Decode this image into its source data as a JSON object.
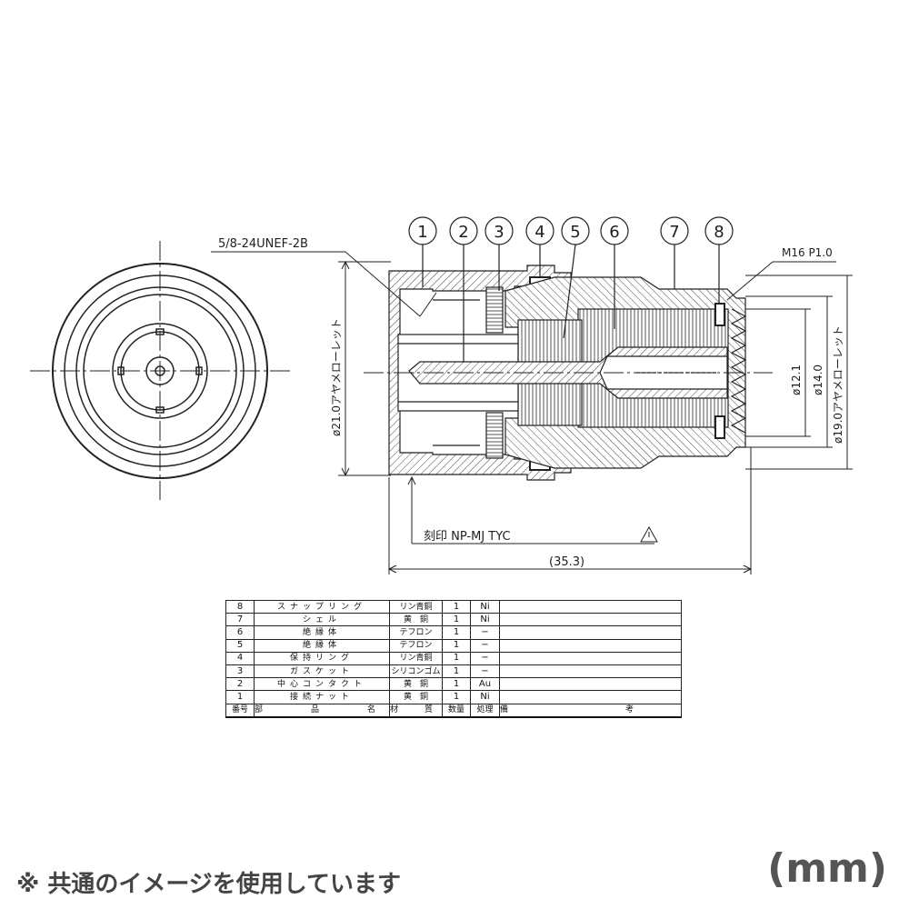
{
  "drawing": {
    "thread_label": "5/8-24UNEF-2B",
    "thread_label_right": "M16 P1.0",
    "dim_outer_left": "ø21.0アヤメローレット",
    "dim_12": "ø12.1",
    "dim_14": "ø14.0",
    "dim_19": "ø19.0アヤメローレット",
    "engraving": "刻印 NP-MJ TYC",
    "length": "(35.3)",
    "balloons": [
      "1",
      "2",
      "3",
      "4",
      "5",
      "6",
      "7",
      "8"
    ]
  },
  "table": {
    "header": {
      "no": "番号",
      "name": "部　品　名",
      "material": "材　質",
      "qty": "数量",
      "finish": "処理",
      "remarks": "備　考"
    },
    "rows": [
      {
        "no": "8",
        "name": "スナップリング",
        "material": "リン青銅",
        "qty": "1",
        "finish": "Ni",
        "remarks": ""
      },
      {
        "no": "7",
        "name": "シェル",
        "material": "黄　銅",
        "qty": "1",
        "finish": "Ni",
        "remarks": ""
      },
      {
        "no": "6",
        "name": "絶縁体",
        "material": "テフロン",
        "qty": "1",
        "finish": "−",
        "remarks": ""
      },
      {
        "no": "5",
        "name": "絶縁体",
        "material": "テフロン",
        "qty": "1",
        "finish": "−",
        "remarks": ""
      },
      {
        "no": "4",
        "name": "保持リング",
        "material": "リン青銅",
        "qty": "1",
        "finish": "−",
        "remarks": ""
      },
      {
        "no": "3",
        "name": "ガスケット",
        "material": "シリコンゴム",
        "qty": "1",
        "finish": "−",
        "remarks": ""
      },
      {
        "no": "2",
        "name": "中心コンタクト",
        "material": "黄　銅",
        "qty": "1",
        "finish": "Au",
        "remarks": ""
      },
      {
        "no": "1",
        "name": "接続ナット",
        "material": "黄　銅",
        "qty": "1",
        "finish": "Ni",
        "remarks": ""
      }
    ]
  },
  "footer": {
    "note": "※ 共通のイメージを使用しています",
    "unit": "(mm)"
  }
}
